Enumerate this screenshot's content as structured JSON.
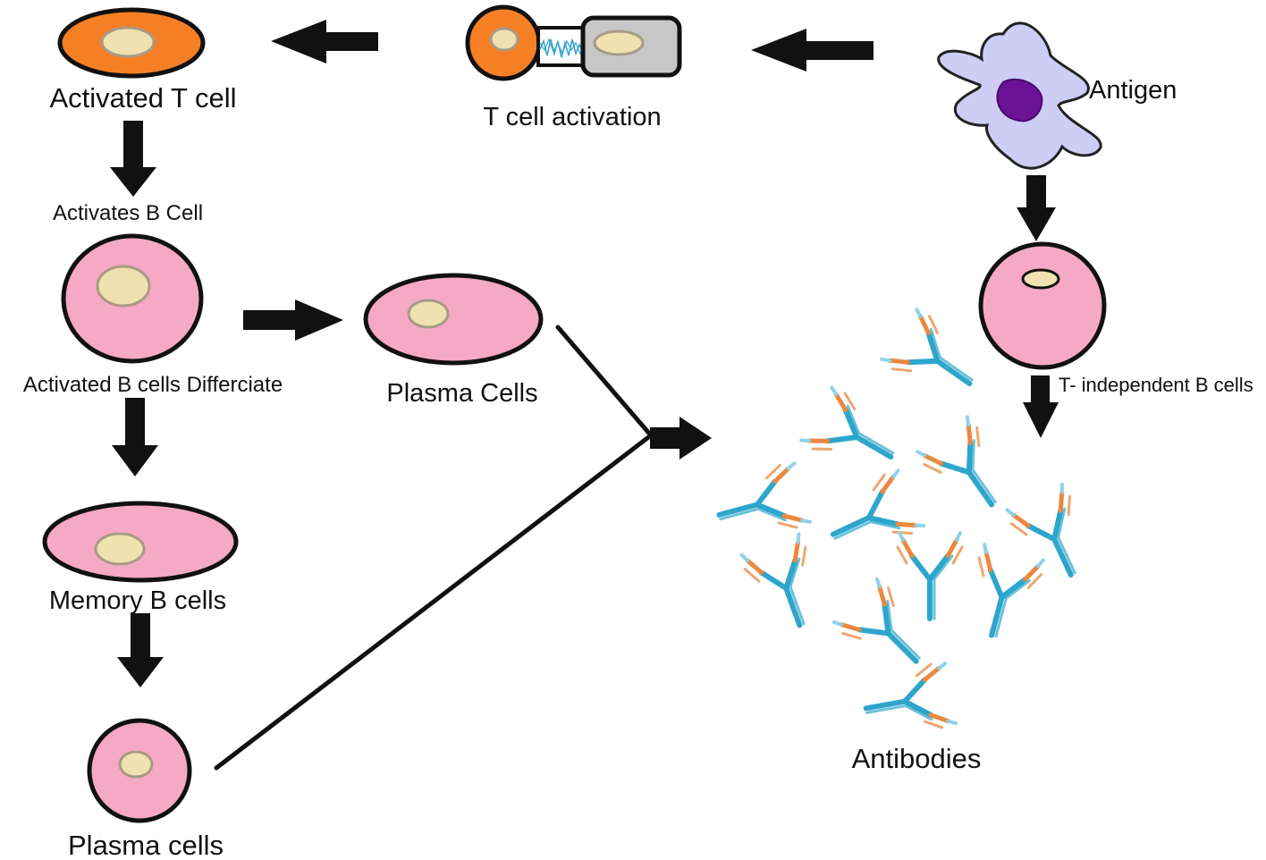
{
  "labels": {
    "activated_t_cell": "Activated T cell",
    "t_cell_activation": "T cell activation",
    "antigen": "Antigen",
    "activates_b_cell": "Activates B Cell",
    "activated_b_cells_differentiate": "Activated B cells Differciate",
    "plasma_cells_mid": "Plasma Cells",
    "memory_b_cells": "Memory B cells",
    "plasma_cells_bottom": "Plasma cells",
    "t_independent_b_cells": "T- independent B cells",
    "antibodies": "Antibodies"
  },
  "colors": {
    "t_cell": "#f57f25",
    "b_cell": "#f5a9c4",
    "nucleus": "#efe2b0",
    "nucleus_edge": "#a89a86",
    "apc": "#cdcdf5",
    "apc_nucleus": "#6b1296",
    "antibody_heavy": "#2ea6cc",
    "antibody_light": "#ea8840",
    "gray_cell": "#c7c7c7",
    "outline": "#111111"
  }
}
